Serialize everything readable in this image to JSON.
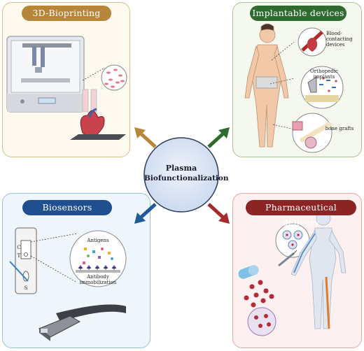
{
  "center": {
    "line1": "Plasma",
    "line2": "Biofunctionalization"
  },
  "panels": {
    "bioprinting": {
      "title": "3D-Bioprinting",
      "color": "#b7863a"
    },
    "implantable": {
      "title": "Implantable devices",
      "color": "#2f6b2f",
      "blood_label_1": "Blood-",
      "blood_label_2": "contacting",
      "blood_label_3": "devices",
      "ortho_label_1": "Orthopedic",
      "ortho_label_2": "implants",
      "bone_label": "bone grafts"
    },
    "biosensors": {
      "title": "Biosensors",
      "color": "#1f4f8f",
      "antigens_label": "Antigens",
      "antibody_label_1": "Antibody",
      "antibody_label_2": "immobilization",
      "strip_c": "C",
      "strip_t": "T",
      "strip_s": "S"
    },
    "pharma": {
      "title": "Pharmaceutical delivery",
      "color": "#8c2424"
    }
  },
  "arrow_colors": {
    "top_left": "#b7863a",
    "top_right": "#2f6b2f",
    "bottom_left": "#1f5a99",
    "bottom_right": "#a52a2a"
  }
}
